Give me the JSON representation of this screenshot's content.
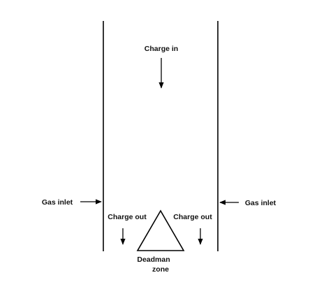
{
  "labels": {
    "charge_in": "Charge in",
    "gas_inlet_left": "Gas inlet",
    "gas_inlet_right": "Gas inlet",
    "charge_out_left": "Charge out",
    "charge_out_right": "Charge out",
    "deadman_line1": "Deadman",
    "deadman_line2": "zone"
  },
  "colors": {
    "stroke": "#000000",
    "text": "#111111",
    "background": "#ffffff"
  }
}
